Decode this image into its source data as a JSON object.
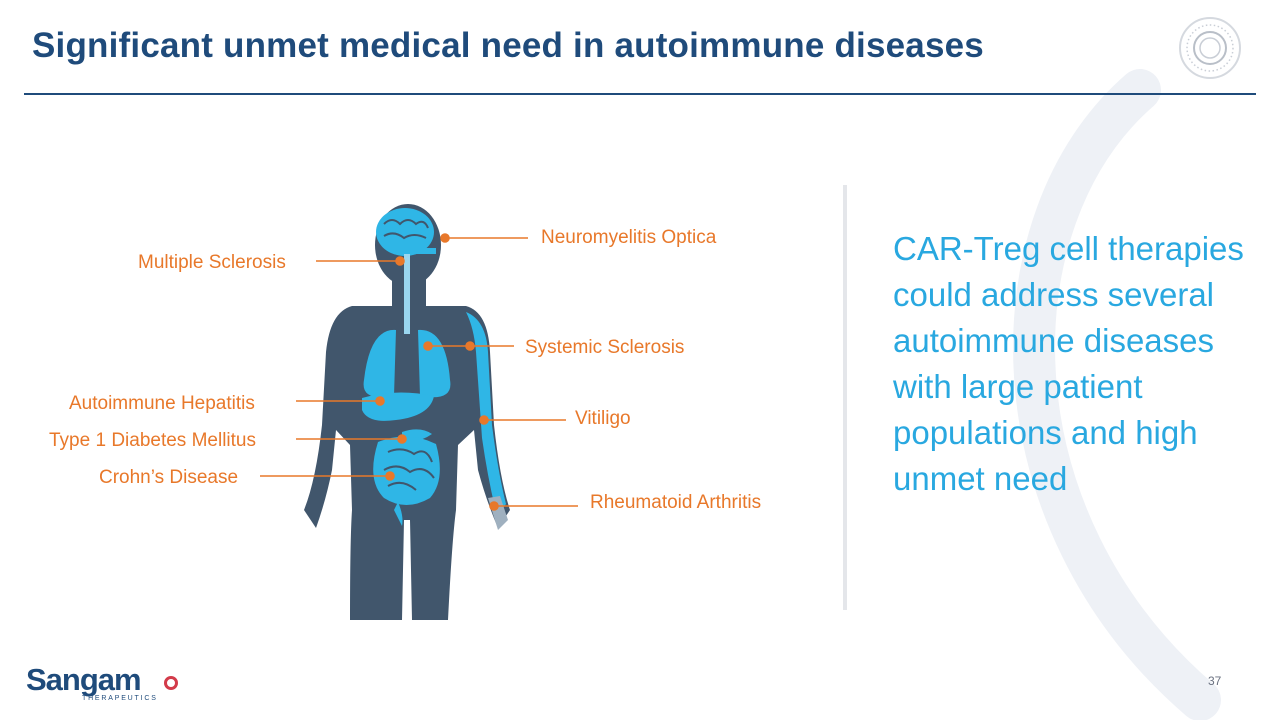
{
  "slide": {
    "title": "Significant unmet medical need in autoimmune diseases",
    "page_number": "37"
  },
  "figure": {
    "left_labels": {
      "multiple_sclerosis": "Multiple Sclerosis",
      "autoimmune_hepatitis": "Autoimmune Hepatitis",
      "type1_diabetes": "Type 1 Diabetes Mellitus",
      "crohns": "Crohn’s Disease"
    },
    "right_labels": {
      "neuromyelitis": "Neuromyelitis Optica",
      "systemic_sclerosis": "Systemic Sclerosis",
      "vitiligo": "Vitiligo",
      "rheumatoid": "Rheumatoid Arthritis"
    }
  },
  "callout": {
    "text": "CAR-Treg cell therapies could address several autoimmune diseases with large patient populations and high unmet need"
  },
  "logo": {
    "wordmark": "Sangam",
    "subtitle": "THERAPEUTICS"
  },
  "colors": {
    "title": "#1f4b7b",
    "label_orange": "#e8782a",
    "callout_blue": "#29a8e0",
    "body_dark": "#41566c",
    "organ_blue": "#2fb6e6"
  }
}
